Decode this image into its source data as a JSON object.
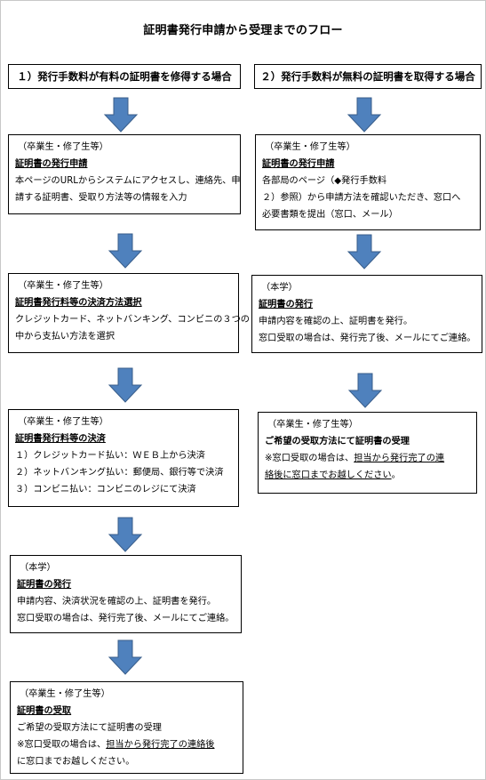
{
  "title": "証明書発行申請から受理までのフロー",
  "left": {
    "header": "１）発行手数料が有料の証明書を修得する場合",
    "step1": {
      "category": "（卒業生・修了生等）",
      "heading": "証明書の発行申請",
      "lines": [
        "本ページのURLからシステムにアクセスし、連絡先、申",
        "請する証明書、受取り方法等の情報を入力"
      ]
    },
    "step2": {
      "category": "（卒業生・修了生等）",
      "heading": "証明書発行料等の決済方法選択",
      "lines": [
        "クレジットカード、ネットバンキング、コンビニの３つの",
        "中から支払い方法を選択"
      ]
    },
    "step3": {
      "category": "（卒業生・修了生等）",
      "heading": "証明書発行料等の決済",
      "lines": [
        "１）クレジットカード払い：ＷＥＢ上から決済",
        "２）ネットバンキング払い：郵便局、銀行等で決済",
        "３）コンビニ払い：コンビニのレジにて決済"
      ]
    },
    "step4": {
      "category": "（本学）",
      "heading": "証明書の発行",
      "lines": [
        "申請内容、決済状況を確認の上、証明書を発行。",
        "窓口受取の場合は、発行完了後、メールにてご連絡。"
      ]
    },
    "step5": {
      "category": "（卒業生・修了生等）",
      "heading": "証明書の受取",
      "line1": "ご希望の受取方法にて証明書の受理",
      "note_pre": "※窓口受取の場合は、",
      "note_link": "担当から発行完了の連絡後",
      "note_end": "に窓口までお越しください。"
    }
  },
  "right": {
    "header": "２）発行手数料が無料の証明書を取得する場合",
    "step1": {
      "category": "（卒業生・修了生等）",
      "heading": "証明書の発行申請",
      "lines": [
        "各部局のページ（◆発行手数料",
        "２）参照）から申請方法を確認いただき、窓口へ",
        "必要書類を提出（窓口、メール）"
      ]
    },
    "step2": {
      "category": "（本学）",
      "heading": "証明書の発行",
      "lines": [
        "申請内容を確認の上、証明書を発行。",
        "窓口受取の場合は、発行完了後、メールにてご連絡。"
      ]
    },
    "step3": {
      "category": "（卒業生・修了生等）",
      "heading": "ご希望の受取方法にて証明書の受理",
      "note_pre": "※窓口受取の場合は、",
      "note_link1": "担当から発行完了の連",
      "note_link2": "絡後に窓口までお越しください",
      "note_end": "。"
    }
  },
  "colors": {
    "arrow": "#4f81bd",
    "arrow_stroke": "#385d8a"
  }
}
